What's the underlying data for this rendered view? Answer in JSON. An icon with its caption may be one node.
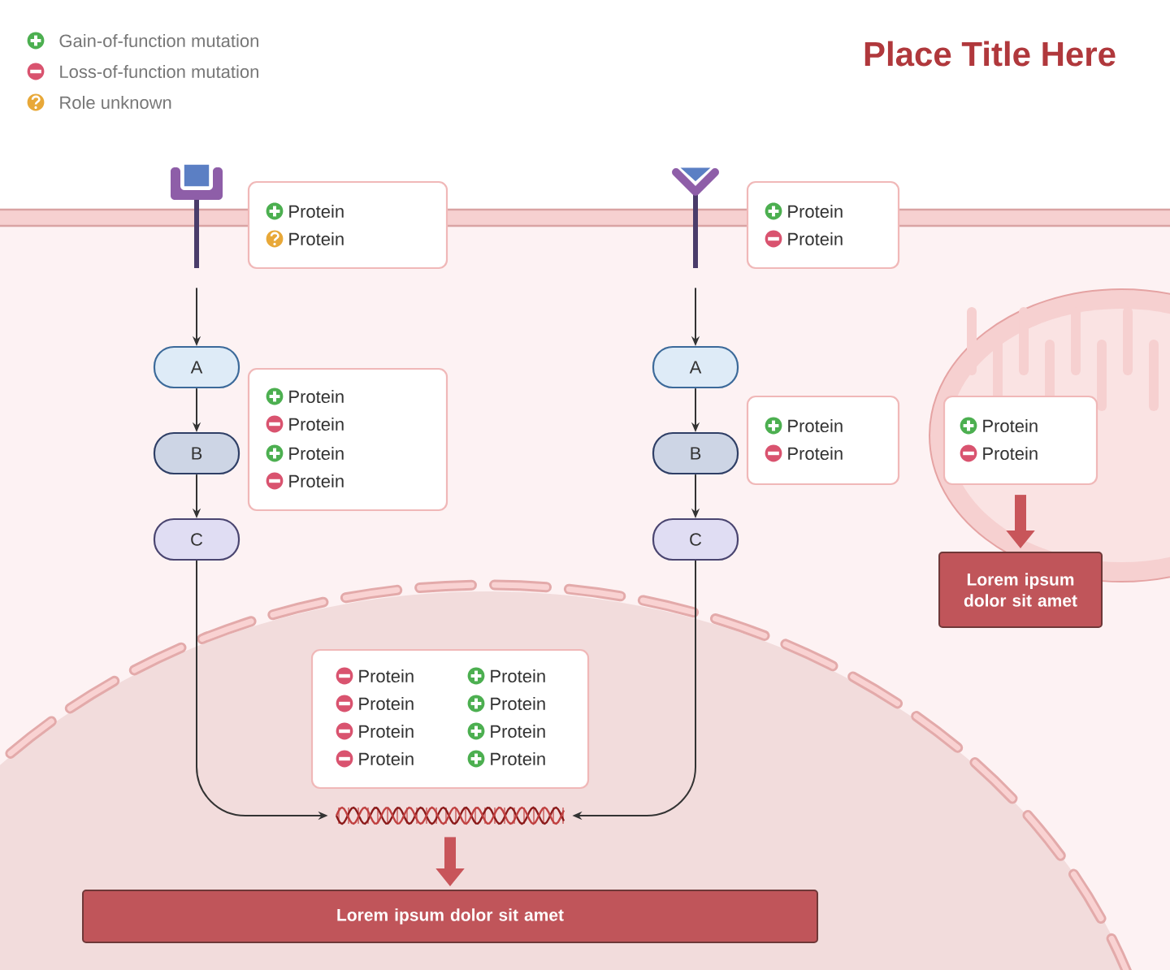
{
  "diagram": {
    "title": "Place Title Here",
    "nodes": [
      {
        "text": [],
        "shape": "picture"
      },
      {
        "text": [
          "Protein",
          "Protein"
        ]
      },
      {
        "text": [
          "A"
        ]
      },
      {
        "text": [
          "B"
        ]
      },
      {
        "text": [
          "C"
        ]
      },
      {
        "text": [
          "Protein",
          "Protein",
          "Protein",
          "Protein"
        ]
      },
      {
        "text": [],
        "shape": "picture"
      },
      {
        "text": [
          "Protein",
          "Protein"
        ]
      },
      {
        "text": [
          "A"
        ]
      },
      {
        "text": [
          "B"
        ]
      },
      {
        "text": [
          "C"
        ]
      },
      {
        "text": [
          "Protein",
          "Protein"
        ]
      },
      {
        "text": [
          "Protein",
          "Protein"
        ]
      },
      {
        "text": [
          "Lorem ipsum dolor sit amet"
        ]
      },
      {
        "text": [
          "Protein",
          "Protein",
          "Protein",
          "Protein",
          "Protein",
          "Protein",
          "Protein",
          "Protein"
        ]
      },
      {
        "text": [],
        "shape": "picture"
      },
      {
        "text": [
          "Lorem ipsum dolor sit amet"
        ]
      }
    ],
    "edges": [
      {
        "from": 0,
        "to": 2,
        "arrow": "to"
      },
      {
        "from": 2,
        "to": 3,
        "arrow": "to"
      },
      {
        "from": 3,
        "to": 4,
        "arrow": "to"
      },
      {
        "from": 4,
        "to": 15,
        "arrow": "to"
      },
      {
        "from": 6,
        "to": 8,
        "arrow": "to"
      },
      {
        "from": 8,
        "to": 9,
        "arrow": "to"
      },
      {
        "from": 9,
        "to": 10,
        "arrow": "to"
      },
      {
        "from": 10,
        "to": 15,
        "arrow": "to"
      },
      {
        "from": 12,
        "to": 13,
        "arrow": "to",
        "style": "thick",
        "color": "#c8555a"
      },
      {
        "from": 15,
        "to": 16,
        "arrow": "to",
        "style": "thick",
        "color": "#c8555a"
      }
    ],
    "legend": [
      {
        "text": "Gain-of-function mutation"
      },
      {
        "text": "Loss-of-function mutation"
      },
      {
        "text": "Role unknown"
      }
    ]
  }
}
